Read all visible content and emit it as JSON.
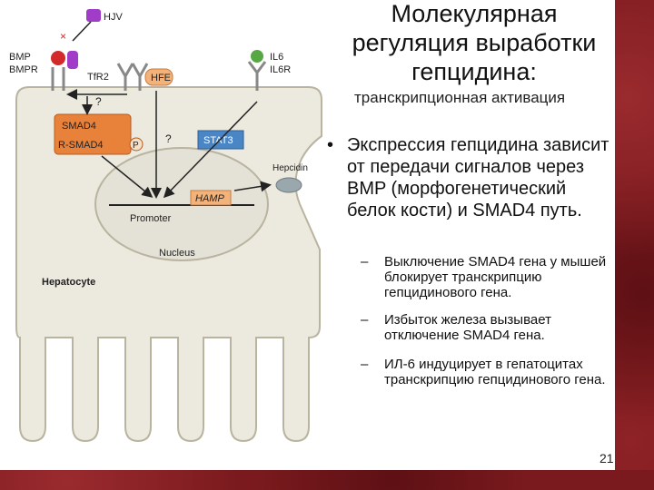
{
  "slide": {
    "title_lines": [
      "Молекулярная",
      "регуляция выработки",
      "гепцидина:"
    ],
    "subtitle": "транскрипционная активация",
    "bullet": "Экспрессия гепцидина зависит от передачи сигналов через BMP (морфогенетический белок кости) и SMAD4 путь.",
    "sub_bullets": [
      "Выключение SMAD4 гена у мышей блокирует транскрипцию гепцидинового гена.",
      "Избыток железа вызывает отключение SMAD4 гена.",
      "ИЛ-6 индуцирует в гепатоцитах транскрипцию гепцидинового гена."
    ],
    "bullet_mark": "•",
    "sub_mark": "–",
    "page_number": "21"
  },
  "diagram": {
    "labels": {
      "hjv": "HJV",
      "bmp": "BMP",
      "bmpr": "BMPR",
      "tfr2": "TfR2",
      "hfe": "HFE",
      "il6": "IL6",
      "il6r": "IL6R",
      "question_1": "?",
      "question_2": "?",
      "smad4": "SMAD4",
      "rsmad4": "R-SMAD4",
      "p": "P",
      "stat3": "STAT3",
      "hepcidin": "Hepcidin",
      "hamp": "HAMP",
      "promoter": "Promoter",
      "nucleus": "Nucleus",
      "hepatocyte": "Hepatocyte"
    },
    "colors": {
      "cell_fill": "#ece9df",
      "cell_stroke": "#b9b49f",
      "nucleus_fill": "#e4e2d6",
      "smad_box": "#e8813a",
      "stat3_box": "#4a85c6",
      "hamp_box": "#f3b27a",
      "receptor_red": "#d22a2a",
      "receptor_purple": "#a03cc8",
      "receptor_green": "#57a845",
      "hepcidin_fill": "#9aa8ad",
      "accent_bar": "#7a1a1e"
    }
  }
}
